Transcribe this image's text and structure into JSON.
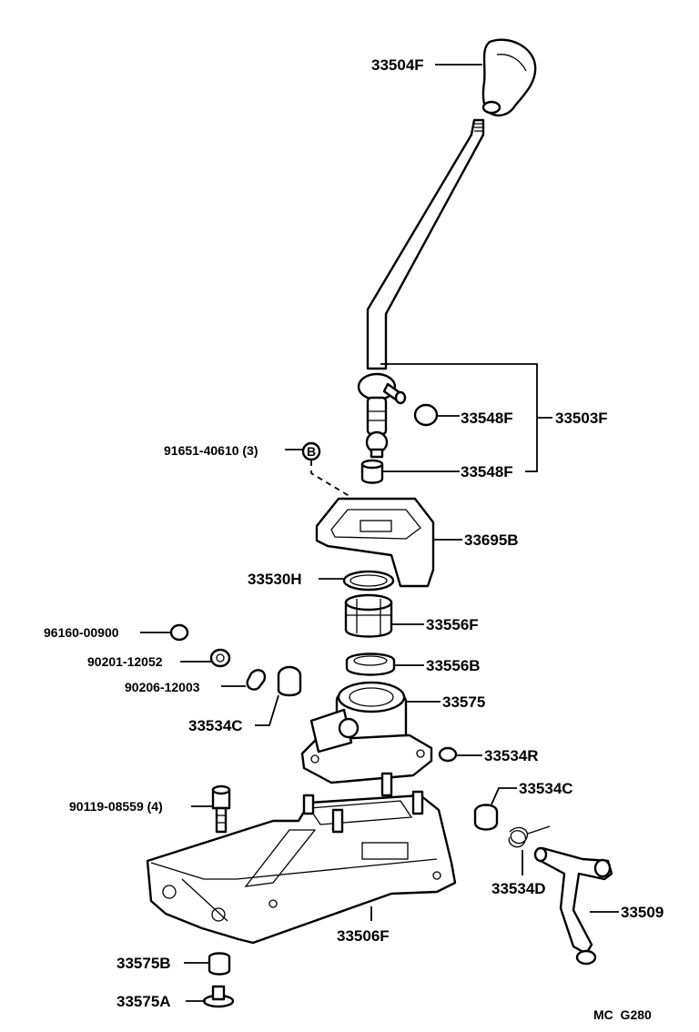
{
  "diagram": {
    "code": "MC  G280",
    "labels": {
      "knob": "33504F",
      "lever_assy": "33503F",
      "seat_upper": "33548F",
      "seat_lower": "33548F",
      "clip": "91651-40610 (3)",
      "clip_badge": "B",
      "retainer": "33695B",
      "ring": "33530H",
      "bushing_f": "33556F",
      "bushing_b": "33556B",
      "housing": "33575",
      "nut": "96160-00900",
      "washer": "90201-12052",
      "clip2": "90206-12003",
      "bush_c_left": "33534C",
      "bush_r": "33534R",
      "bush_c_right": "33534C",
      "bolt": "90119-08559 (4)",
      "spring": "33534D",
      "select_lever": "33509",
      "bracket": "33506F",
      "cushion_b": "33575B",
      "cushion_a": "33575A"
    }
  }
}
